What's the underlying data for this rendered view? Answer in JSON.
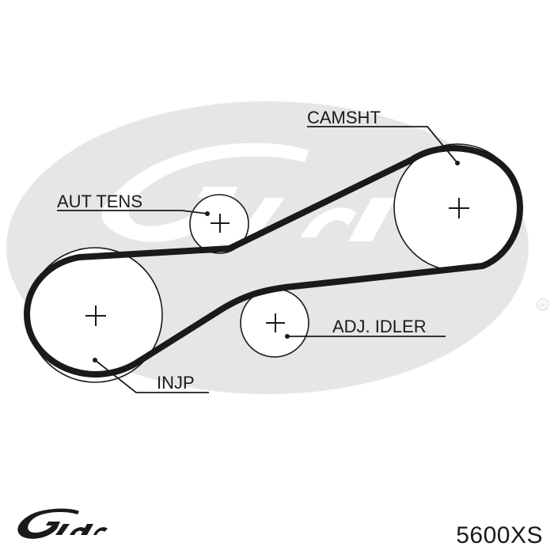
{
  "diagram": {
    "labels": {
      "camshaft": "CAMSHT",
      "auto_tensioner": "AUT TENS",
      "injection_pump": "INJP",
      "adjustable_idler": "ADJ. IDLER"
    },
    "watermark_brand": "Gates",
    "registered_mark": "®"
  },
  "footer": {
    "brand": "Gates",
    "part_number": "5600XS"
  },
  "colors": {
    "belt": "#1a1a1a",
    "watermark": "#e6e6e6",
    "outline": "#1a1a1a"
  }
}
